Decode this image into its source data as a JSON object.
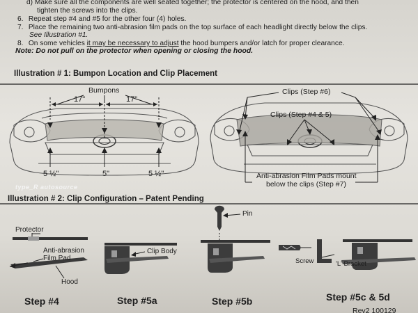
{
  "instructions": [
    {
      "prefix": "d)",
      "text": "Make sure all the components are well seated together; the protector is centered on the hood, and then"
    },
    {
      "prefix": "",
      "text": "tighten the screws into the clips."
    },
    {
      "prefix": "6.",
      "text": "Repeat step #4 and #5 for the other four (4) holes."
    },
    {
      "prefix": "7.",
      "text": "Place the remaining two anti-abrasion film pads on the top surface of each headlight directly below the clips."
    },
    {
      "prefix": "",
      "text": "See Illustration #1."
    },
    {
      "prefix": "8.",
      "text_before": "On some vehicles ",
      "text_underlined": "it may be necessary to adjust",
      "text_after": " the hood bumpers and/or latch for proper clearance."
    }
  ],
  "note": "Note: Do not pull on the protector when opening or closing the hood.",
  "illustration1": {
    "heading": "Illustration # 1: Bumpon Location and Clip Placement",
    "bumpons_label": "Bumpons",
    "dim_left": "17\"",
    "dim_right": "17\"",
    "bottom_left": "5 ½\"",
    "bottom_center": "5\"",
    "bottom_right": "5 ½\"",
    "clips_step6": "Clips (Step #6)",
    "clips_step45": "Clips (Step #4 & 5)",
    "pads_line1": "Anti-abrasion Film Pads mount",
    "pads_line2": "below the clips (Step #7)"
  },
  "watermark": "type_R autosource",
  "illustration2": {
    "heading": "Illustration # 2: Clip Configuration – Patent Pending",
    "protector": "Protector",
    "film_pad_line1": "Anti-abrasion",
    "film_pad_line2": "Film Pad",
    "hood": "Hood",
    "clip_body": "Clip Body",
    "pin": "Pin",
    "screw": "Screw",
    "l_bracket": "'L' Bracket",
    "steps": [
      "Step #4",
      "Step #5a",
      "Step #5b",
      "Step #5c & 5d"
    ]
  },
  "footer": "Rev2 100129"
}
